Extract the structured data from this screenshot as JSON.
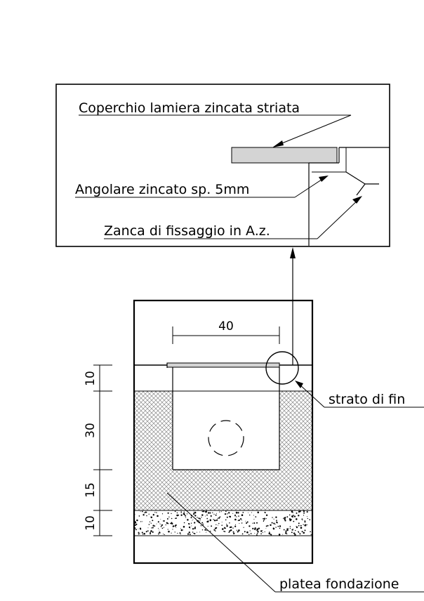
{
  "labels": {
    "coperchio": "Coperchio lamiera zincata striata",
    "angolare": "Angolare zincato sp. 5mm",
    "zanca": "Zanca di fissaggio in A.z.",
    "strato": "strato di fin",
    "platea": "platea fondazione"
  },
  "dimensions": {
    "width_top": "40",
    "d1": "10",
    "d2": "30",
    "d3": "15",
    "d4": "10"
  },
  "colors": {
    "line": "#000000",
    "cover_fill": "#d4d4d4",
    "hatch": "#777777",
    "concrete_dots": "#000000"
  }
}
